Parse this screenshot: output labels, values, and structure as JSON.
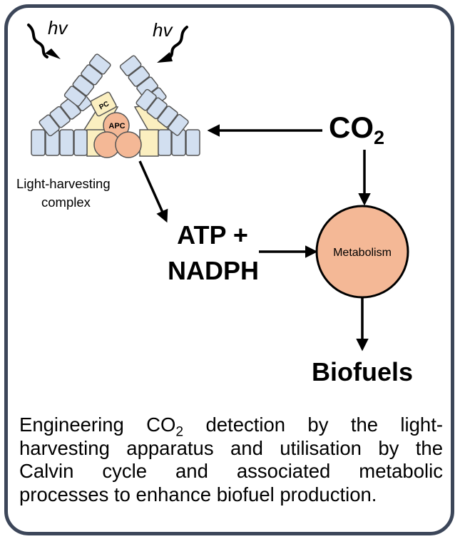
{
  "light_labels": [
    "hv",
    "hv"
  ],
  "antenna": {
    "pc_label": "PC",
    "apc_label": "APC",
    "complex_label_line1": "Light-harvesting",
    "complex_label_line2": "complex"
  },
  "co2": {
    "text": "CO",
    "subscript": "2"
  },
  "energy": {
    "line1": "ATP +",
    "line2": "NADPH"
  },
  "metabolism_label": "Metabolism",
  "output_label": "Biofuels",
  "caption": {
    "part1": "Engineering CO",
    "subscript": "2",
    "part2": " detection by the light-harvesting apparatus and utilisation by the Calvin cycle and associated metabolic processes to enhance biofuel production."
  },
  "colors": {
    "frame": "#3c4659",
    "phycocyanin_rod": "#d2dff0",
    "phycocyanin_core": "#fbefc0",
    "allophycocyanin": "#f4b896",
    "metabolism_fill": "#f4b896"
  }
}
